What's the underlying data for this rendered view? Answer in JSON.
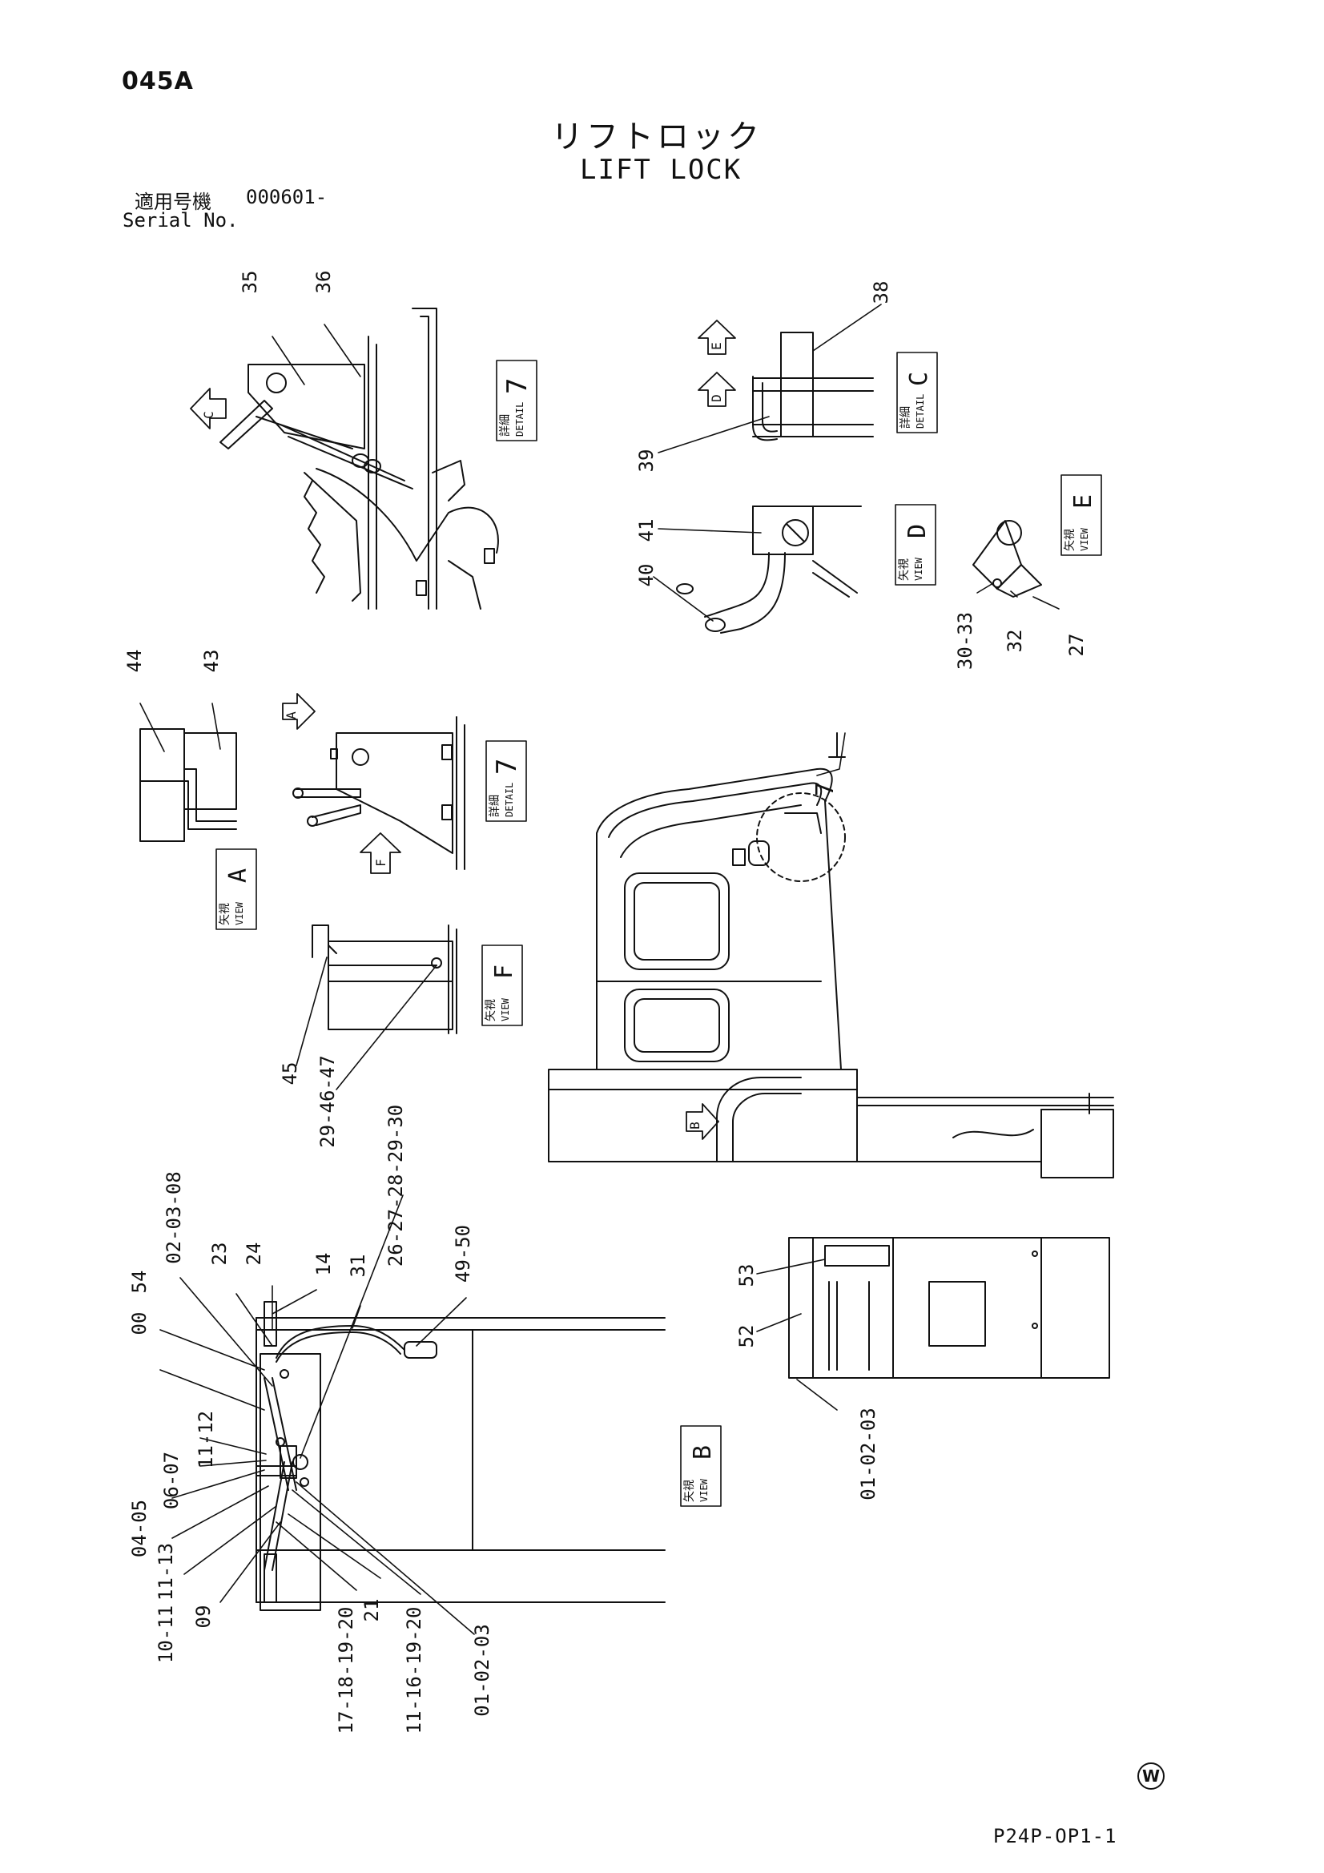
{
  "header": {
    "page_code": "045A",
    "title_jp": "リフトロック",
    "title_en": "LIFT LOCK",
    "serial_label_jp": "適用号機",
    "serial_number": "000601-",
    "serial_label_en": "Serial No."
  },
  "footer": {
    "mark": "W",
    "doc_code": "P24P-OP1-1"
  },
  "callouts": [
    "35",
    "36",
    "38",
    "39",
    "41",
    "40",
    "30-33",
    "32",
    "27",
    "44",
    "43",
    "45",
    "29-46-47",
    "26-27-28-29-30",
    "02-03-08",
    "23",
    "24",
    "14",
    "31",
    "49-50",
    "00",
    "54",
    "11-12",
    "06-07",
    "04-05",
    "11-13",
    "10-11",
    "09",
    "17-18-19-20",
    "21",
    "11-16-19-20",
    "01-02-03",
    "53",
    "52",
    "01-02-03",
    "7"
  ],
  "view_tags": {
    "detail_jp": "詳細",
    "detail_en": "DETAIL",
    "view_jp": "矢視",
    "view_en": "VIEW",
    "letters": [
      "7",
      "C",
      "D",
      "E",
      "A",
      "F",
      "B"
    ]
  },
  "arrow_letters": [
    "C",
    "E",
    "D",
    "A",
    "F",
    "B"
  ]
}
